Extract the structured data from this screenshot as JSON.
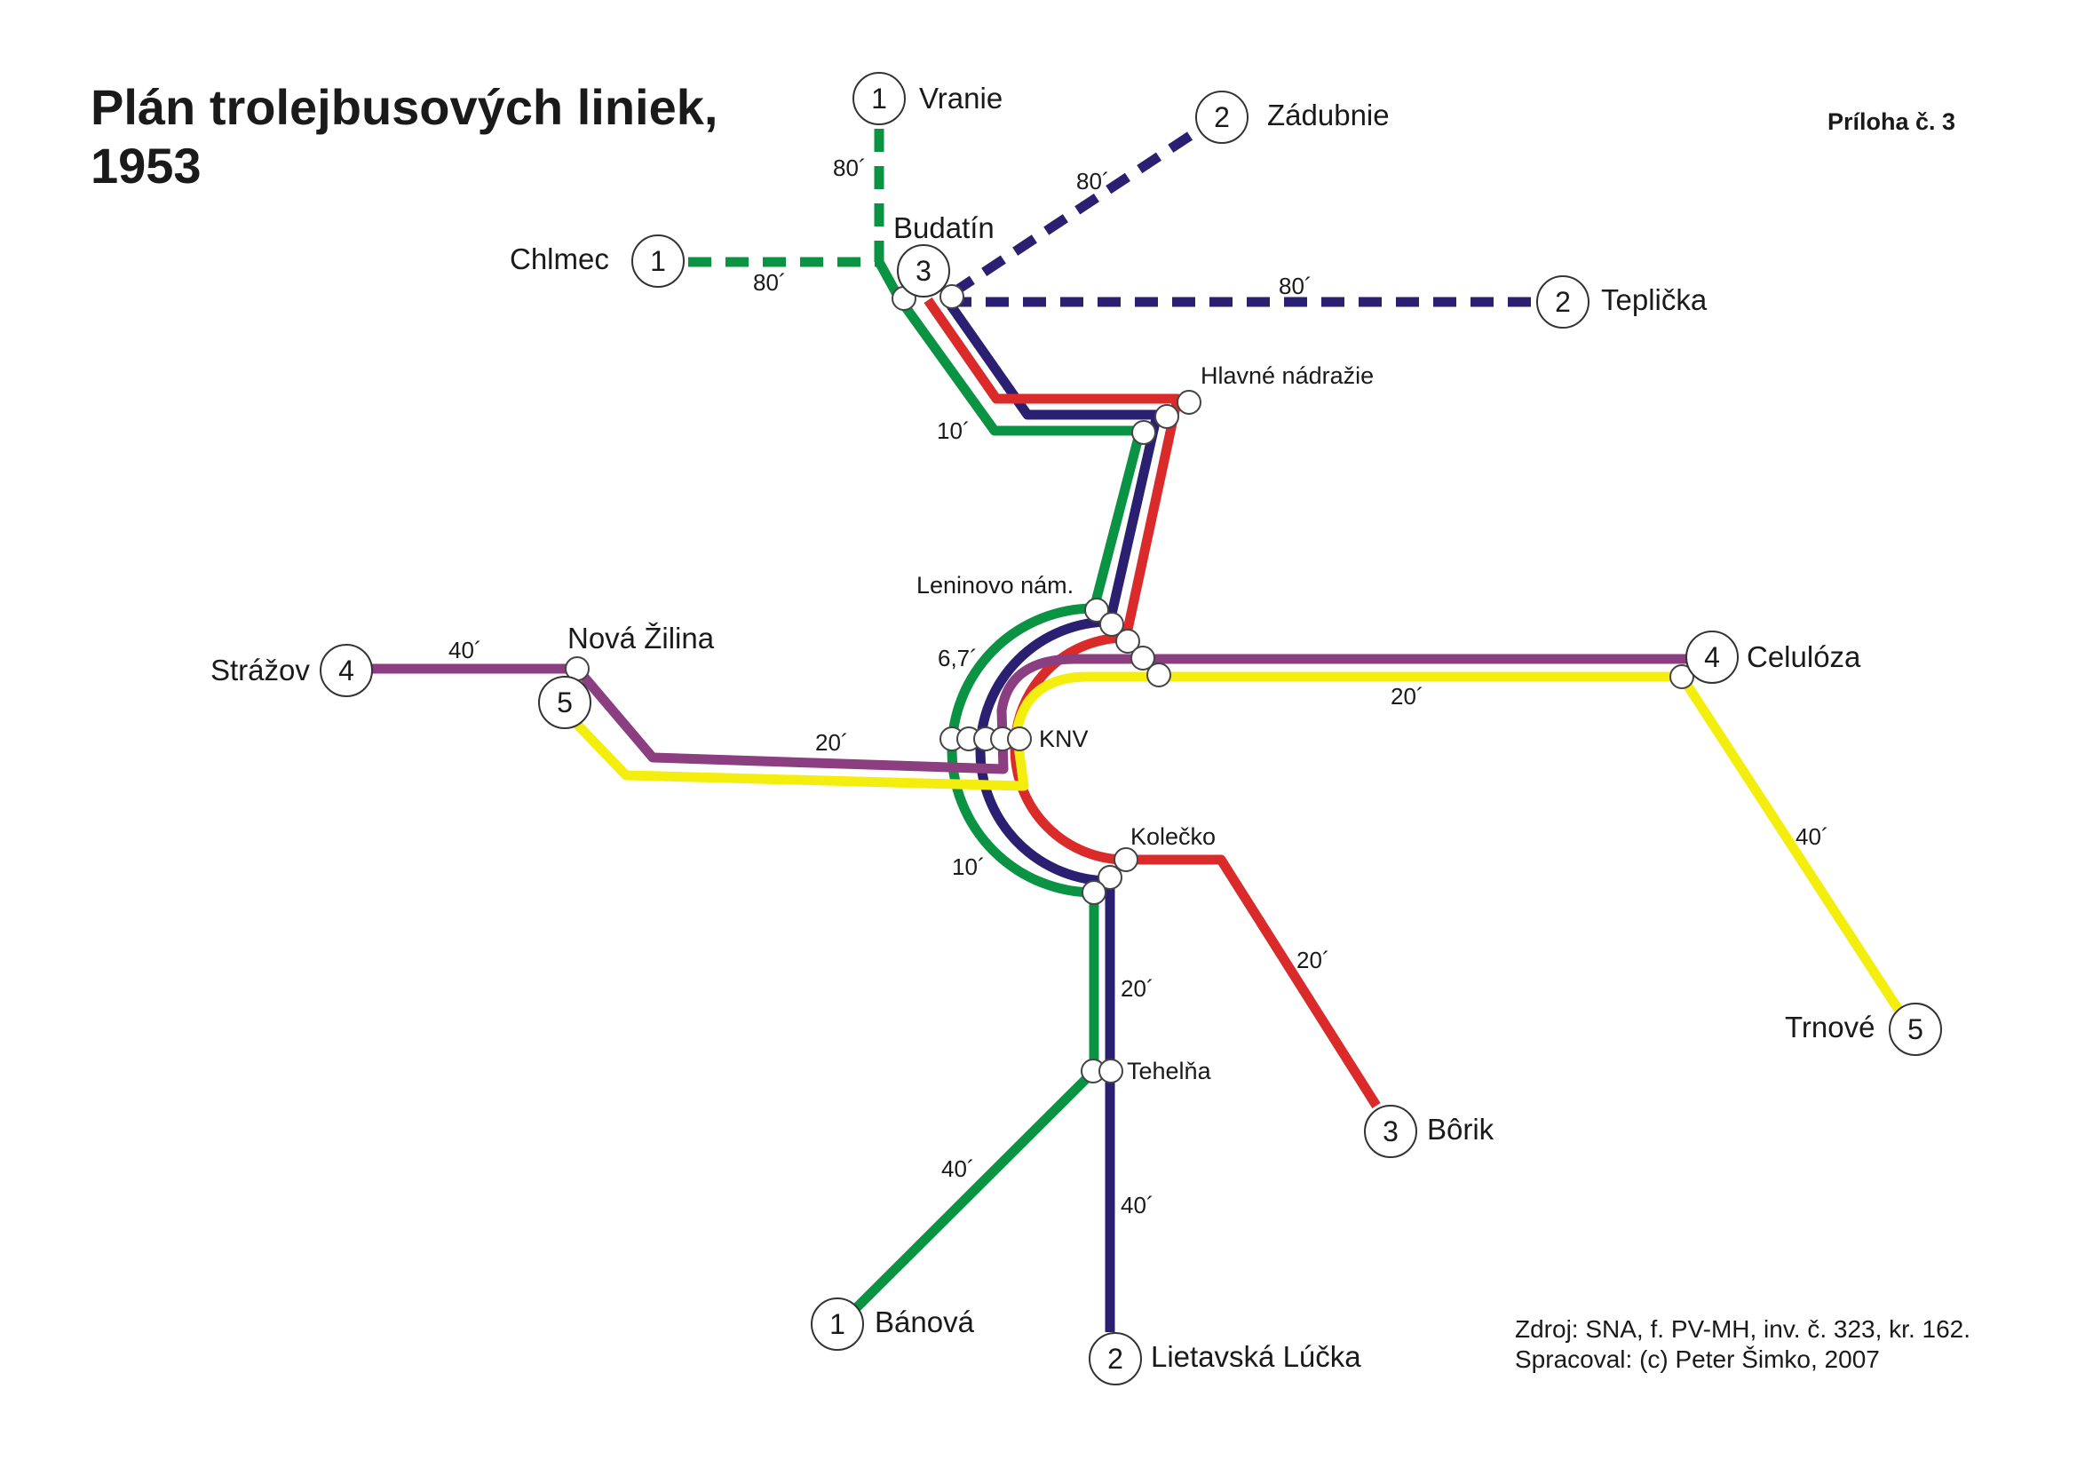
{
  "title": {
    "line1": "Plán trolejbusových liniek,",
    "line2": "1953"
  },
  "annex": "Príloha č. 3",
  "source": {
    "line1": "Zdroj: SNA, f. PV-MH, inv. č. 323, kr. 162.",
    "line2": "Spracoval: (c) Peter Šimko, 2007"
  },
  "colors": {
    "line1": "#0b9344",
    "line2": "#2a1f70",
    "line3": "#da2a2a",
    "line4": "#8b3e80",
    "line5": "#f4ee0f"
  },
  "stations": {
    "vranie": "Vranie",
    "zadubnie": "Zádubnie",
    "chlmec": "Chlmec",
    "budatin": "Budatín",
    "teplicka": "Teplička",
    "hlavne_nadrazie": "Hlavné nádražie",
    "leninovo_nam": "Leninovo nám.",
    "nova_zilina": "Nová Žilina",
    "strazov": "Strážov",
    "celuloza": "Celulóza",
    "knv": "KNV",
    "kolecko": "Kolečko",
    "tehelna": "Tehelňa",
    "trnove": "Trnové",
    "borik": "Bôrik",
    "banova": "Bánová",
    "lietavska_lucka": "Lietavská Lúčka"
  },
  "terminal_numbers": {
    "vranie": "1",
    "zadubnie": "2",
    "chlmec": "1",
    "budatin": "3",
    "teplicka": "2",
    "strazov": "4",
    "nova_zilina": "5",
    "celuloza": "4",
    "trnove": "5",
    "borik": "3",
    "banova": "1",
    "lietavska_lucka": "2"
  },
  "intervals": {
    "vranie_80": "80´",
    "zadubnie_80": "80´",
    "chlmec_80": "80´",
    "teplicka_80": "80´",
    "budatin_10": "10´",
    "center_67": "6,7´",
    "strazov_40": "40´",
    "nova_zilina_20": "20´",
    "celuloza_20": "20´",
    "trnove_40": "40´",
    "center_10": "10´",
    "tehelna_20": "20´",
    "borik_20": "20´",
    "banova_40": "40´",
    "lietavska_40": "40´"
  }
}
